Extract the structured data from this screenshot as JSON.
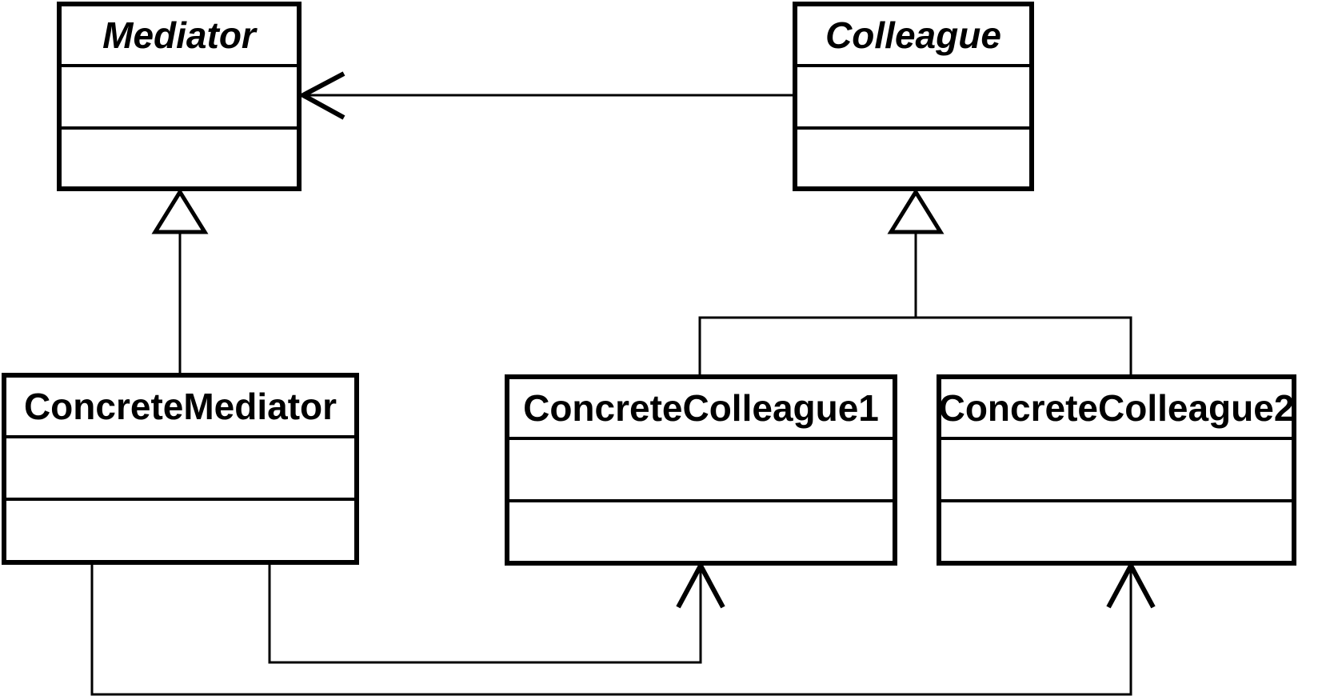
{
  "diagram": {
    "kind": "uml-class-diagram",
    "classes": [
      {
        "name": "Mediator",
        "abstract": true,
        "compartments": 3
      },
      {
        "name": "Colleague",
        "abstract": true,
        "compartments": 3
      },
      {
        "name": "ConcreteMediator",
        "abstract": false,
        "compartments": 3
      },
      {
        "name": "ConcreteColleague1",
        "abstract": false,
        "compartments": 3
      },
      {
        "name": "ConcreteColleague2",
        "abstract": false,
        "compartments": 3
      }
    ],
    "relationships": [
      {
        "type": "association",
        "from": "Colleague",
        "to": "Mediator",
        "arrowhead": "open"
      },
      {
        "type": "generalization",
        "from": "ConcreteMediator",
        "to": "Mediator",
        "arrowhead": "hollow-triangle"
      },
      {
        "type": "generalization",
        "from": "ConcreteColleague1",
        "to": "Colleague",
        "arrowhead": "hollow-triangle"
      },
      {
        "type": "generalization",
        "from": "ConcreteColleague2",
        "to": "Colleague",
        "arrowhead": "hollow-triangle"
      },
      {
        "type": "association",
        "from": "ConcreteMediator",
        "to": "ConcreteColleague1",
        "arrowhead": "open"
      },
      {
        "type": "association",
        "from": "ConcreteMediator",
        "to": "ConcreteColleague2",
        "arrowhead": "open"
      }
    ],
    "colors": {
      "line": "#000000",
      "fill": "#ffffff",
      "text": "#000000"
    }
  }
}
